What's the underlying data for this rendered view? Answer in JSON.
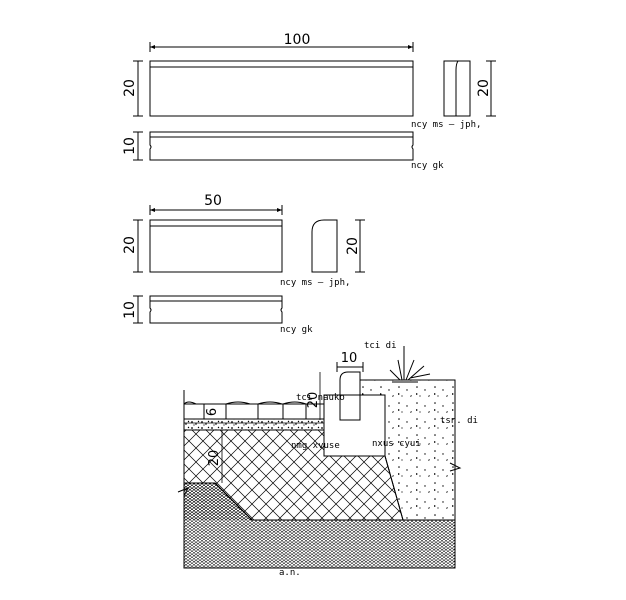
{
  "dimensions": {
    "long_length": "100",
    "long_height": "20",
    "long_end_height": "20",
    "long_thickness": "10",
    "short_length": "50",
    "short_height": "20",
    "short_end_height": "20",
    "short_thickness": "10",
    "section_curb_width": "10",
    "section_curb_height": "20",
    "section_paver_depth": "6",
    "section_base_depth": "20"
  },
  "labels": {
    "long_front": "ncy ms – jph,",
    "long_top": "ncy gk",
    "short_front": "ncy ms – jph,",
    "short_top": "ncy gk",
    "grass": "tci di",
    "curb_top": "tci nauko",
    "base": "nmg xvuse",
    "concrete": "nxus cyui",
    "soil": "tsn. di",
    "ground": "a.n."
  }
}
